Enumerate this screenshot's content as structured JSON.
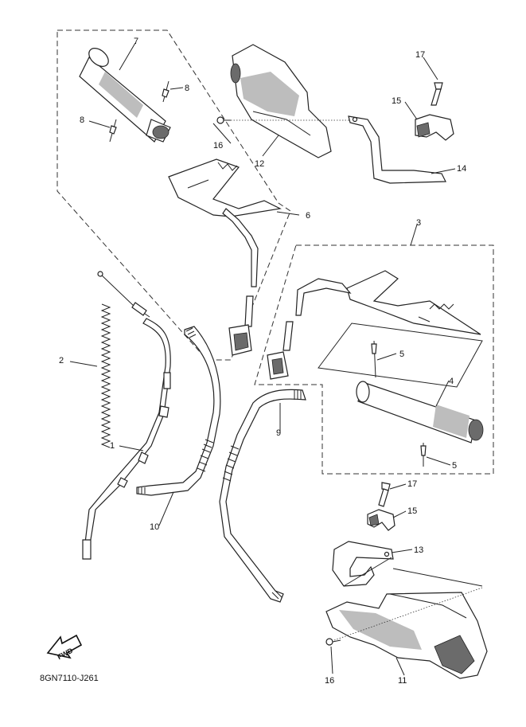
{
  "diagram": {
    "code": "8GN7110-J261",
    "fwd_label": "FWD",
    "callouts": {
      "c1": "1",
      "c2": "2",
      "c3": "3",
      "c4": "4",
      "c5a": "5",
      "c5b": "5",
      "c6": "6",
      "c7": "7",
      "c8a": "8",
      "c8b": "8",
      "c9": "9",
      "c10": "10",
      "c11": "11",
      "c12": "12",
      "c13": "13",
      "c14": "14",
      "c15a": "15",
      "c15b": "15",
      "c16a": "16",
      "c16b": "16",
      "c17a": "17",
      "c17b": "17"
    }
  }
}
